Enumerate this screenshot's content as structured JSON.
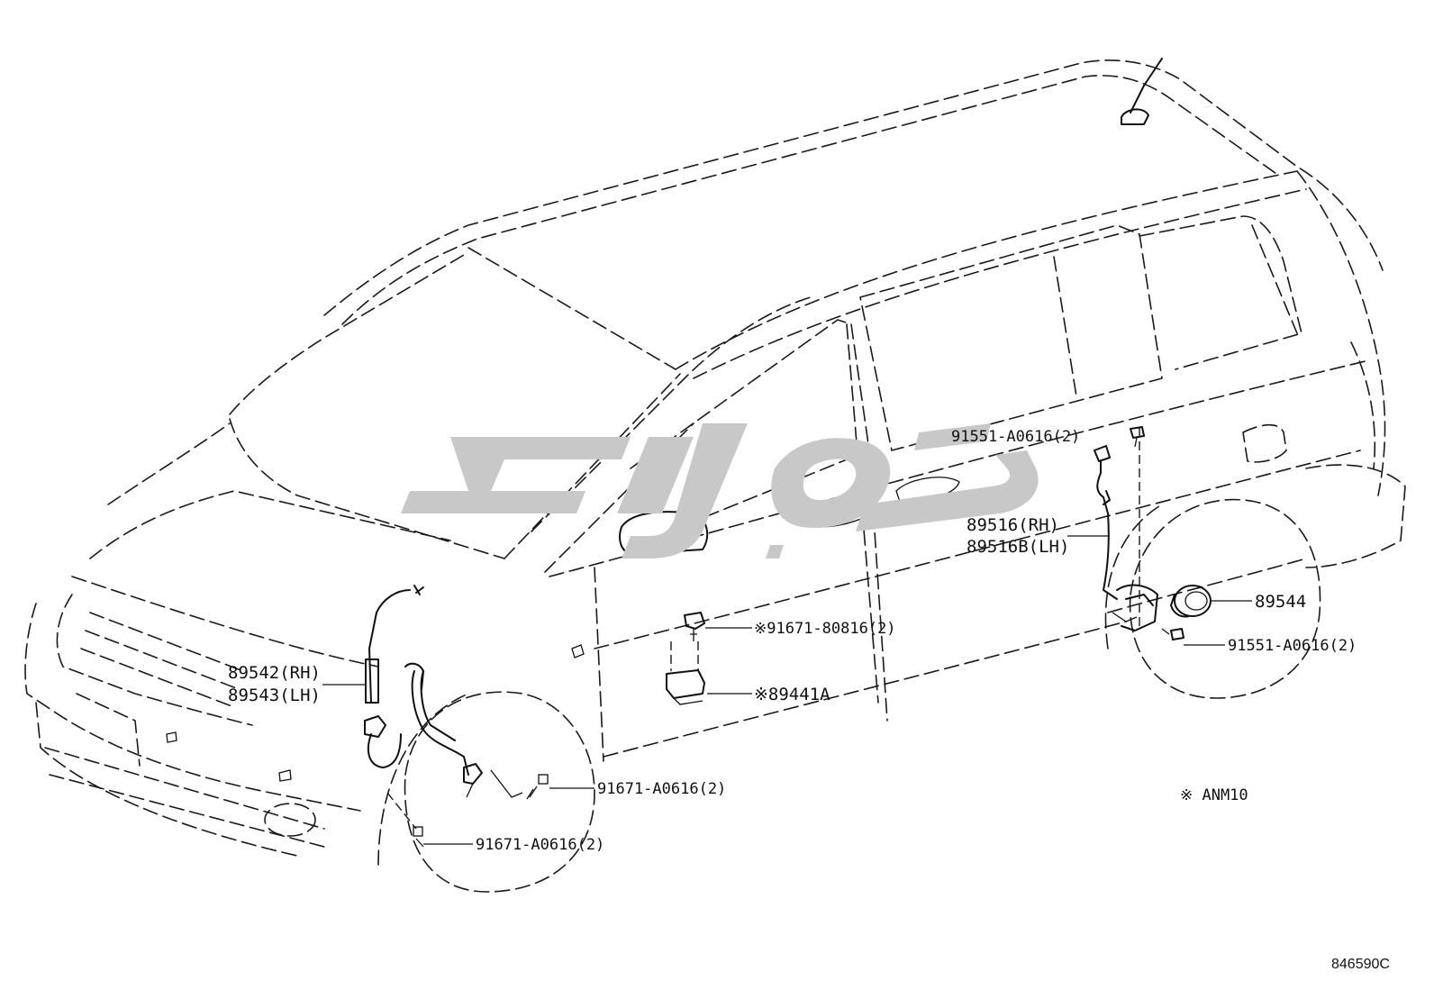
{
  "diagram_id": "846590C",
  "note": "※ ANM10",
  "colors": {
    "line": "#111111",
    "watermark": "#c8c8c8",
    "background": "#ffffff"
  },
  "callouts": {
    "front_sensor": [
      "89542(RH)",
      "89543(LH)"
    ],
    "rear_sensor": [
      "89516(RH)",
      "89516B(LH)"
    ],
    "sensor_unit": "※89441A",
    "unit_bolt": "※91671-80816(2)",
    "front_bolt_upper": "91671-A0616(2)",
    "front_bolt_lower": "91671-A0616(2)",
    "rear_bolt_upper": "91551-A0616(2)",
    "rear_bolt_lower": "91551-A0616(2)",
    "rotor": "89544"
  },
  "icons": {
    "watermark": "brand-logo-watermark",
    "vehicle": "minivan-outline-icon",
    "front_harness": "front-speed-sensor-harness-icon",
    "rear_harness": "rear-speed-sensor-harness-icon",
    "rotor": "sensor-rotor-icon",
    "unit": "sensor-unit-icon"
  }
}
